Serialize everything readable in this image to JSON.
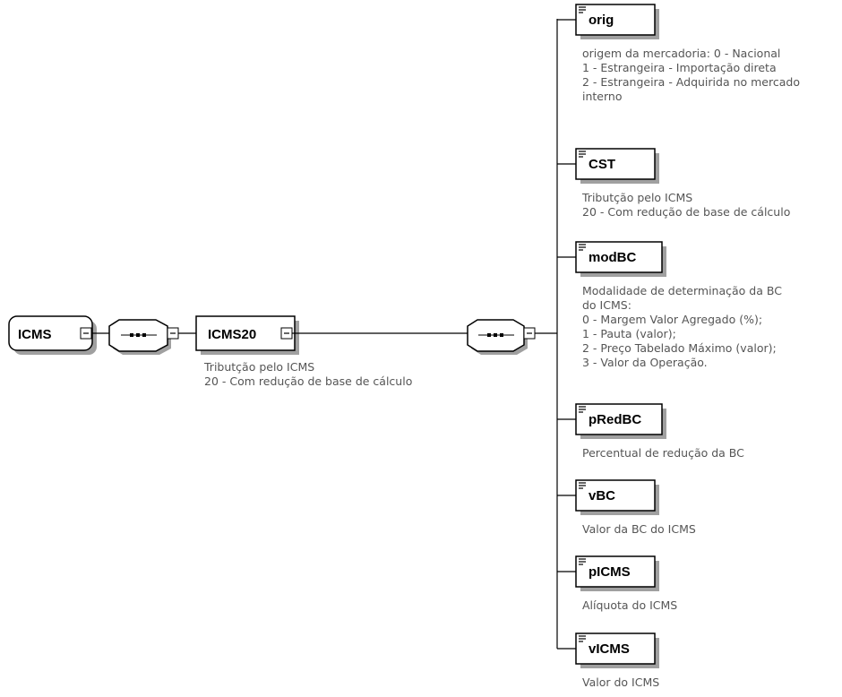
{
  "colors": {
    "line": "#000000",
    "node_fill": "#ffffff",
    "shadow": "#a0a0a0",
    "description_text": "#555555"
  },
  "root": {
    "label": "ICMS"
  },
  "sequence_compositor_left": {
    "icon": "sequence-icon"
  },
  "icms20": {
    "label": "ICMS20",
    "description": [
      "Tributção pelo ICMS",
      "20 - Com redução de base de cálculo"
    ]
  },
  "sequence_compositor_right": {
    "icon": "sequence-icon"
  },
  "children": [
    {
      "label": "orig",
      "description": [
        "origem da mercadoria: 0 - Nacional",
        "1 - Estrangeira - Importação direta",
        "2 - Estrangeira - Adquirida no mercado",
        "interno"
      ]
    },
    {
      "label": "CST",
      "description": [
        "Tributção pelo ICMS",
        "20 - Com redução de base de cálculo"
      ]
    },
    {
      "label": "modBC",
      "description": [
        "Modalidade de determinação da BC",
        "do ICMS:",
        "0 - Margem Valor Agregado (%);",
        "1 - Pauta (valor);",
        "2 - Preço Tabelado Máximo (valor);",
        "3 - Valor da Operação."
      ]
    },
    {
      "label": "pRedBC",
      "description": [
        "Percentual de redução da BC"
      ]
    },
    {
      "label": "vBC",
      "description": [
        "Valor da BC do ICMS"
      ]
    },
    {
      "label": "pICMS",
      "description": [
        "Alíquota do ICMS"
      ]
    },
    {
      "label": "vICMS",
      "description": [
        "Valor do ICMS"
      ]
    }
  ]
}
